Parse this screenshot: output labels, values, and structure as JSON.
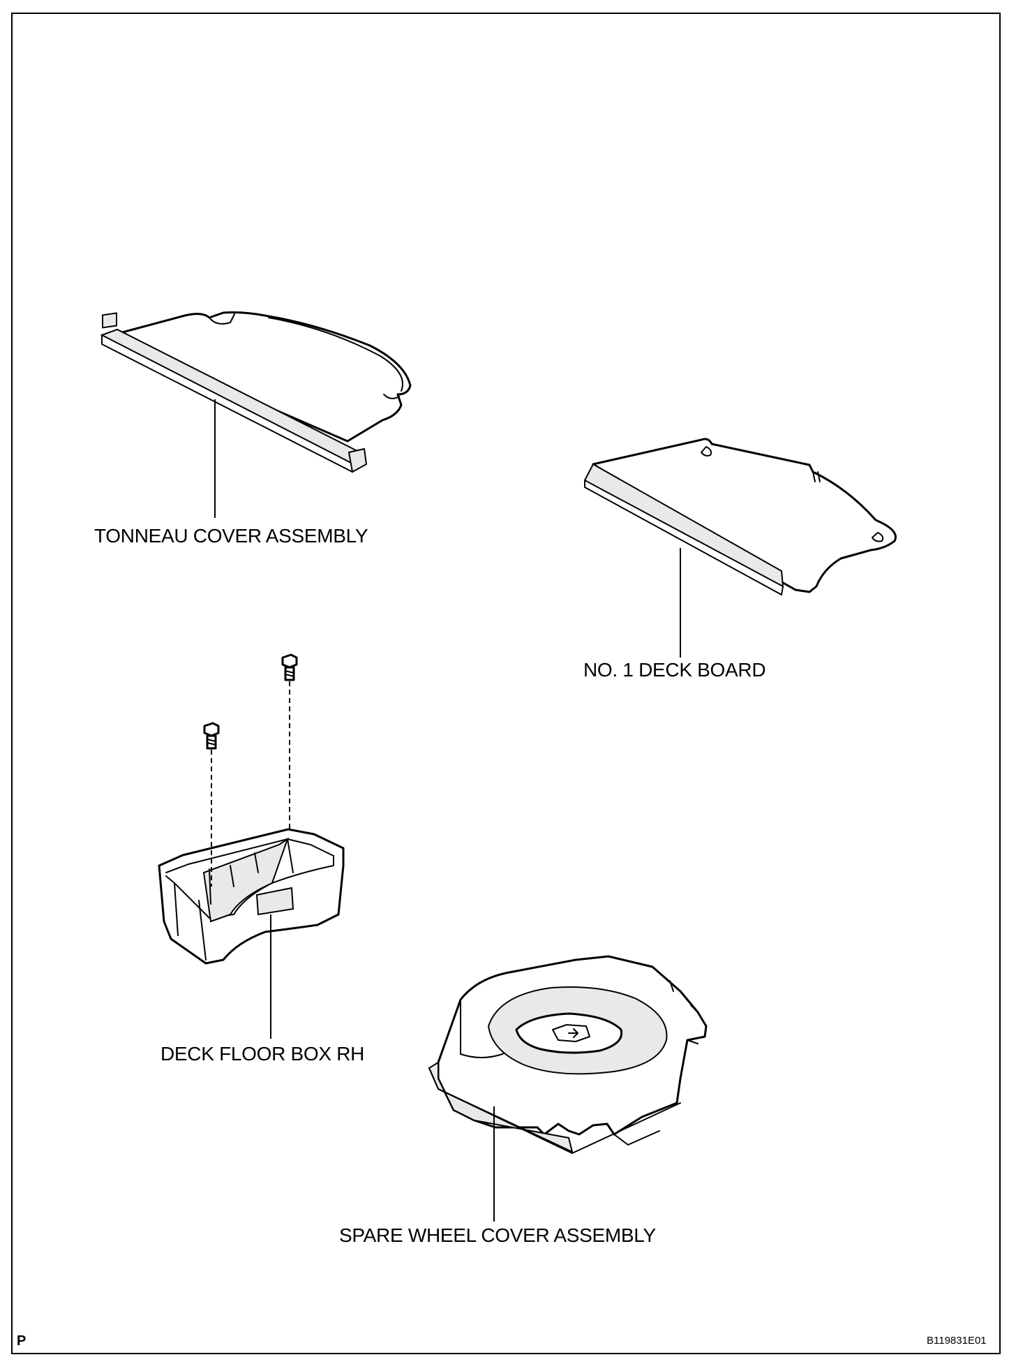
{
  "labels": {
    "tonneau": "TONNEAU COVER ASSEMBLY",
    "deck_board": "NO. 1 DECK BOARD",
    "floor_box": "DECK FLOOR BOX RH",
    "spare_wheel": "SPARE WHEEL COVER ASSEMBLY"
  },
  "footer": {
    "page_letter": "P",
    "figure_code": "B119831E01"
  }
}
